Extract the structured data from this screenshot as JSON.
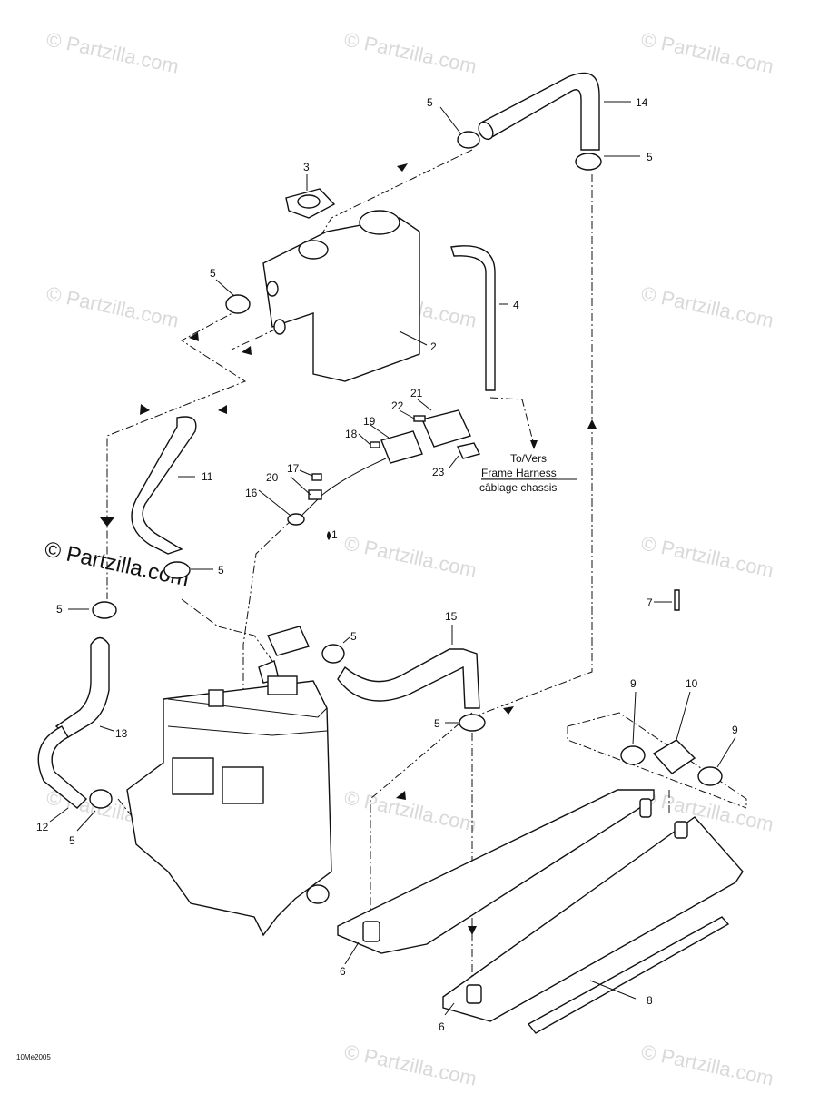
{
  "watermark": "© Partzilla.com",
  "diagram_code": "10Me2005",
  "connector_note": {
    "line1": "To/Vers",
    "line2": "Frame Harness",
    "line3": "câblage chassis"
  },
  "callouts": [
    "1",
    "2",
    "3",
    "4",
    "5",
    "6",
    "7",
    "8",
    "9",
    "10",
    "11",
    "12",
    "13",
    "14",
    "15",
    "16",
    "17",
    "18",
    "19",
    "20",
    "21",
    "22",
    "23"
  ]
}
